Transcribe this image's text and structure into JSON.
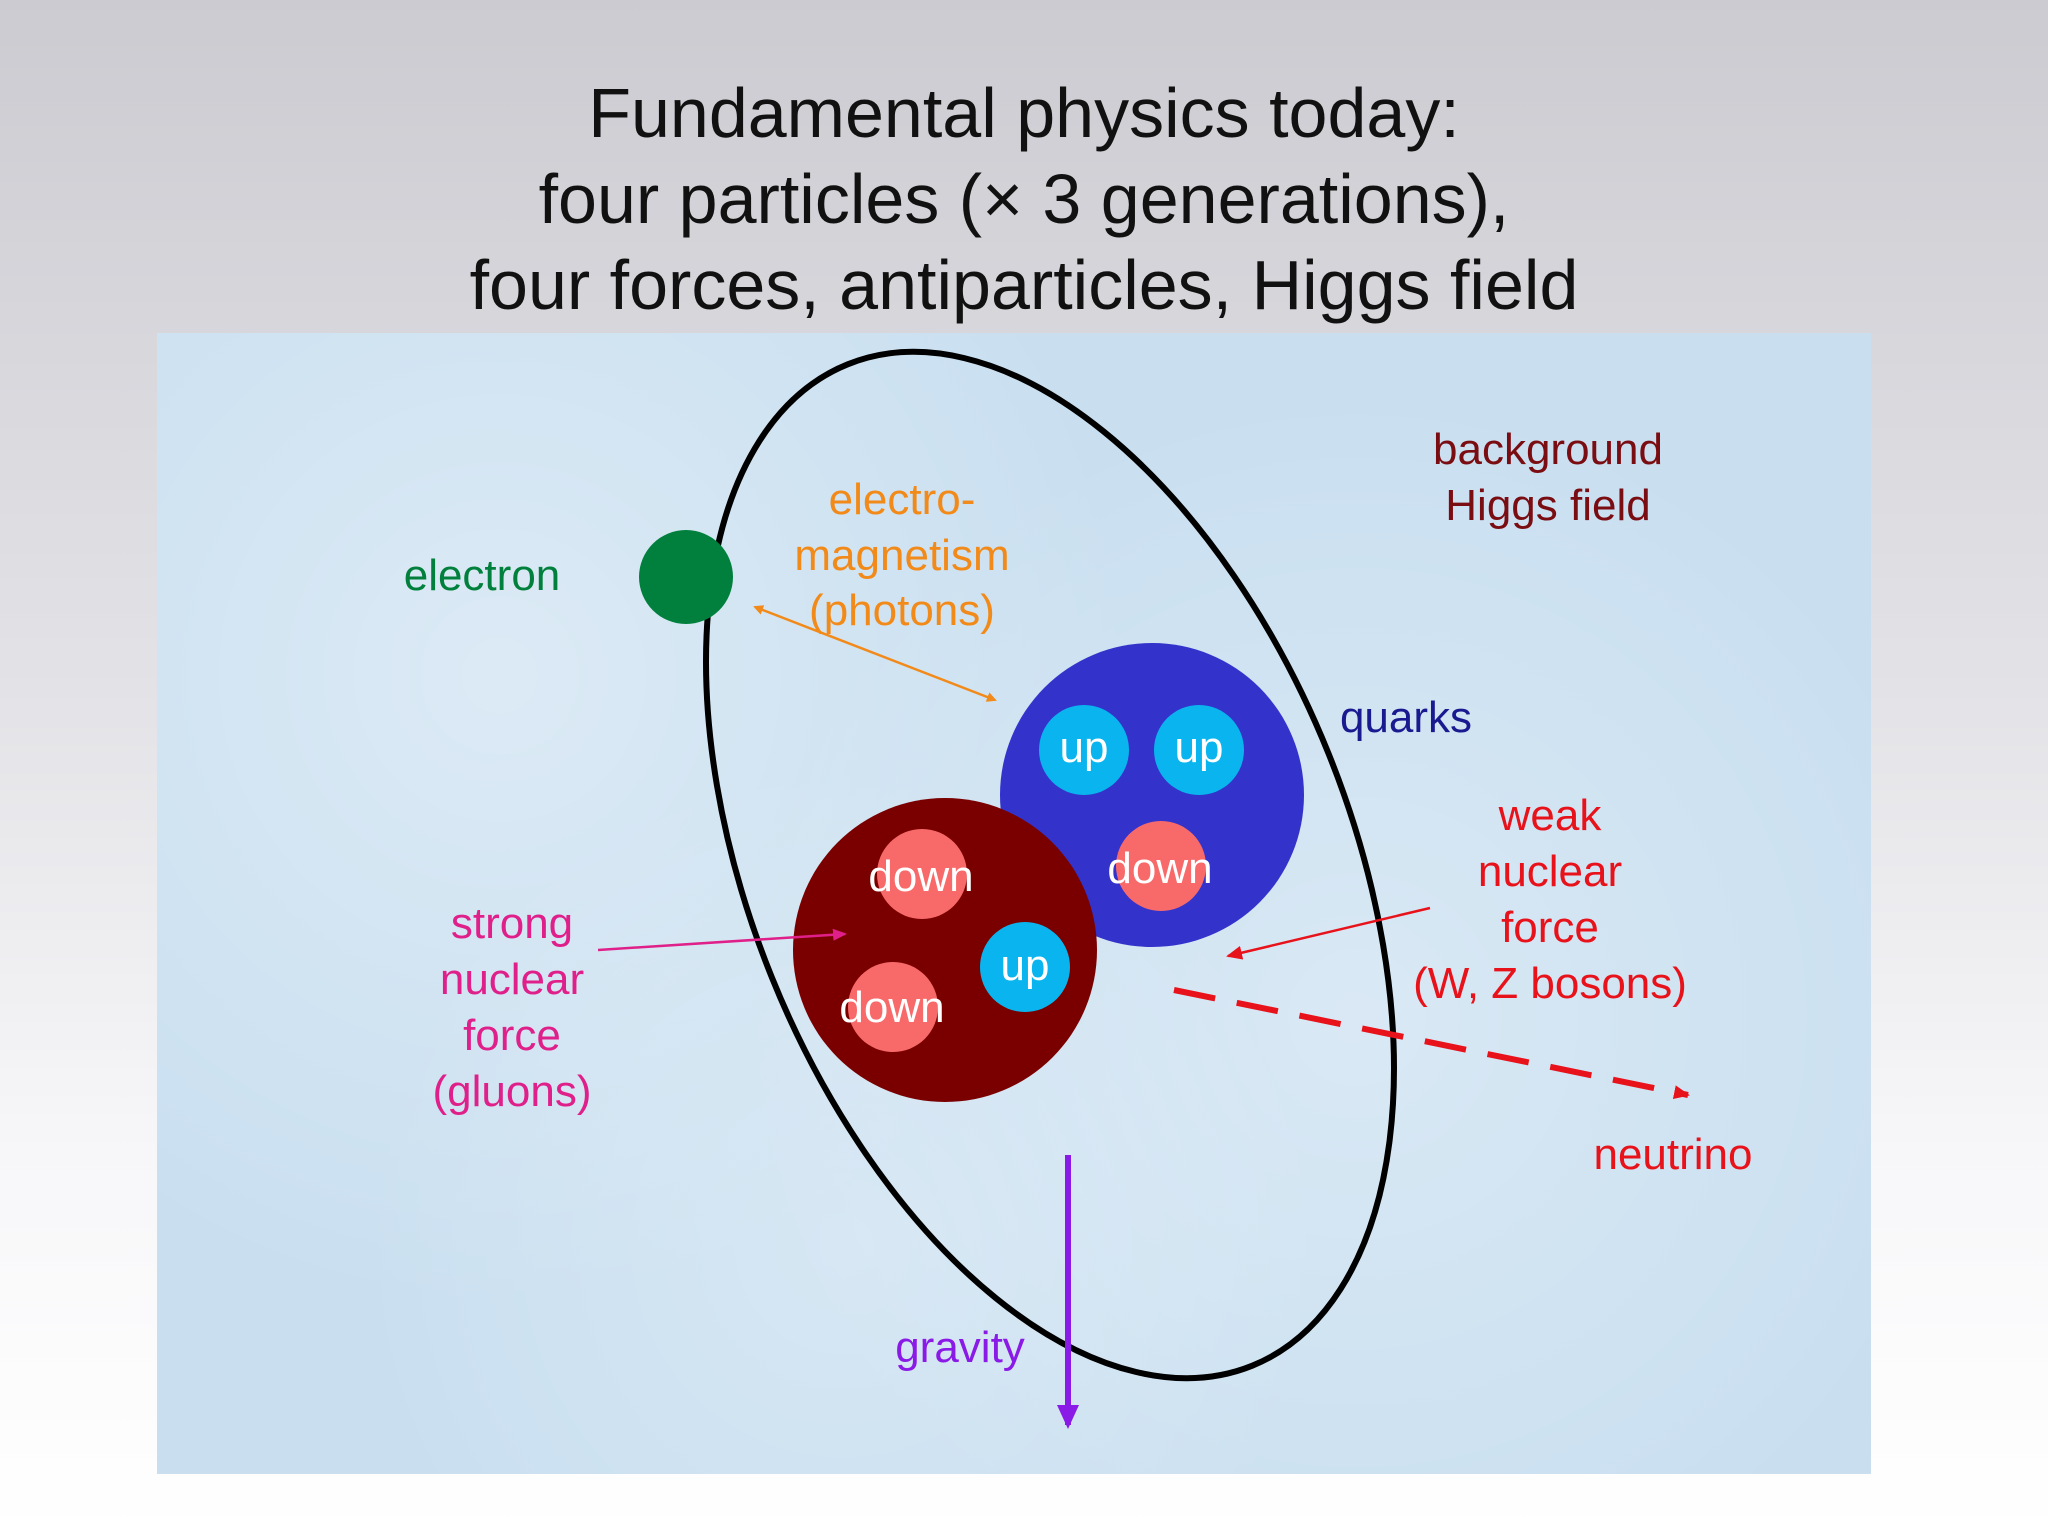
{
  "title": {
    "line1": "Fundamental physics today:",
    "line2": "four particles (× 3 generations),",
    "line3": "four forces, antiparticles, Higgs field"
  },
  "labels": {
    "electron": "electron",
    "em_1": "electro-",
    "em_2": "magnetism",
    "em_3": "(photons)",
    "higgs_1": "background",
    "higgs_2": "Higgs field",
    "quarks": "quarks",
    "weak_1": "weak",
    "weak_2": "nuclear",
    "weak_3": "force",
    "weak_4": "(W, Z bosons)",
    "strong_1": "strong",
    "strong_2": "nuclear",
    "strong_3": "force",
    "strong_4": "(gluons)",
    "neutrino": "neutrino",
    "gravity": "gravity"
  },
  "quarks": {
    "proton_up_1": "up",
    "proton_up_2": "up",
    "proton_down": "down",
    "neutron_down_1": "down",
    "neutron_down_2": "down",
    "neutron_up": "up"
  },
  "colors": {
    "electron": "#00803c",
    "electromagnetism": "#f28a1a",
    "higgs": "#7a0d12",
    "quarks_label": "#1a1a90",
    "proton": "#3333cc",
    "neutron": "#7a0000",
    "up_quark": "#0ab4ee",
    "down_quark": "#f86a6a",
    "weak": "#e8121b",
    "strong": "#e0208a",
    "gravity": "#8a1be6",
    "orbit": "#000000"
  }
}
